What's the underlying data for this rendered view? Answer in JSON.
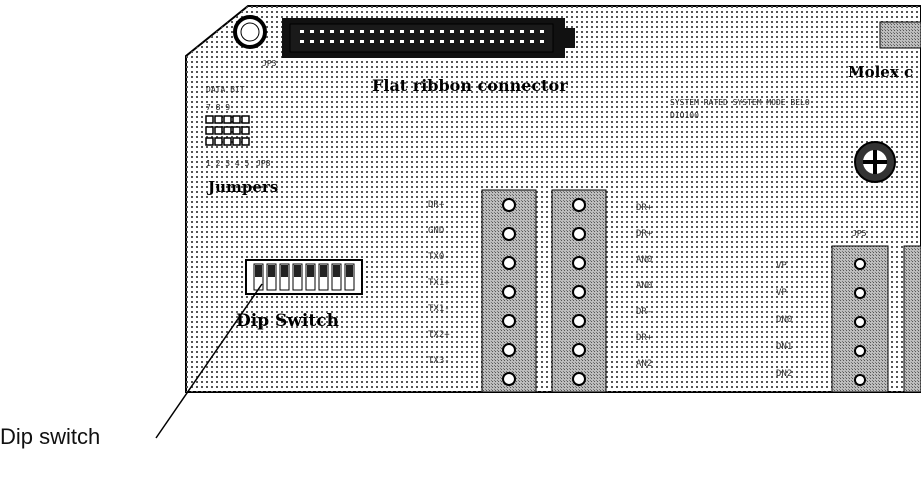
{
  "board": {
    "connector_label": "Flat ribbon connector",
    "connector_ref": "JP3",
    "molex_label": "Molex c",
    "jumpers_label": "Jumpers",
    "jumper_top_label": "DATA BIT",
    "jumper_top_numbers": "7 8 9",
    "jumper_bottom_numbers": "1 2 3 4 5",
    "jumper_ref": "JP8",
    "dip_label": "Dip Switch",
    "status_text": "SYSTEM  RATED  SYSTEM  MODE  BELO",
    "status_text2": "DIO100",
    "header_ref": "JP5",
    "left_pins": [
      "DR+",
      "GND",
      "TX0-",
      "TX1+",
      "TX1-",
      "TX2+",
      "TX3-"
    ],
    "mid_pins": [
      "DR+",
      "DR+",
      "AN0",
      "AN0",
      "DR-",
      "DR+",
      "AN2"
    ],
    "right_pins": [
      "VP",
      "VP",
      "DN0",
      "DN1",
      "DN2"
    ],
    "terminal_block_count": 7,
    "header_pin_count": 5
  },
  "callout": {
    "label": "Dip switch"
  }
}
